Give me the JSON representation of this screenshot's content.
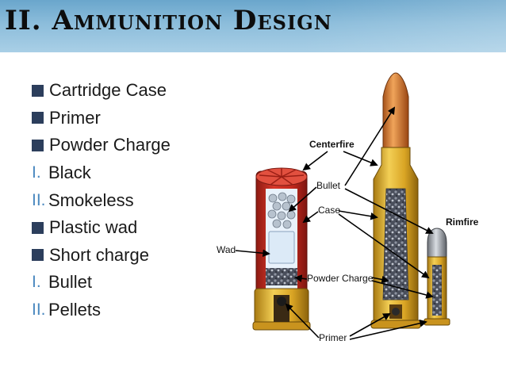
{
  "slide": {
    "title": "II. Ammunition Design"
  },
  "bullets": [
    {
      "marker": "square",
      "marker_text": "",
      "text": "Cartridge Case"
    },
    {
      "marker": "square",
      "marker_text": "",
      "text": "Primer"
    },
    {
      "marker": "square",
      "marker_text": "",
      "text": "Powder Charge"
    },
    {
      "marker": "number",
      "marker_text": "I.",
      "text": "Black"
    },
    {
      "marker": "number",
      "marker_text": "II.",
      "text": "Smokeless"
    },
    {
      "marker": "square",
      "marker_text": "",
      "text": "Plastic wad"
    },
    {
      "marker": "square",
      "marker_text": "",
      "text": "Short charge"
    },
    {
      "marker": "number",
      "marker_text": "I.",
      "text": "Bullet"
    },
    {
      "marker": "number",
      "marker_text": "II.",
      "text": "Pellets"
    }
  ],
  "diagram": {
    "labels": {
      "centerfire": "Centerfire",
      "bullet": "Bullet",
      "case": "Case",
      "rimfire": "Rimfire",
      "wad": "Wad",
      "powder_charge": "Powder Charge",
      "primer": "Primer"
    }
  },
  "colors": {
    "header_blue": "#8cbddb",
    "bullet_square": "#2c3e5c",
    "number_marker": "#4a88bf",
    "shotshell_red": "#c8281e",
    "brass": "#d9a424",
    "copper_bullet": "#d97a2b"
  }
}
